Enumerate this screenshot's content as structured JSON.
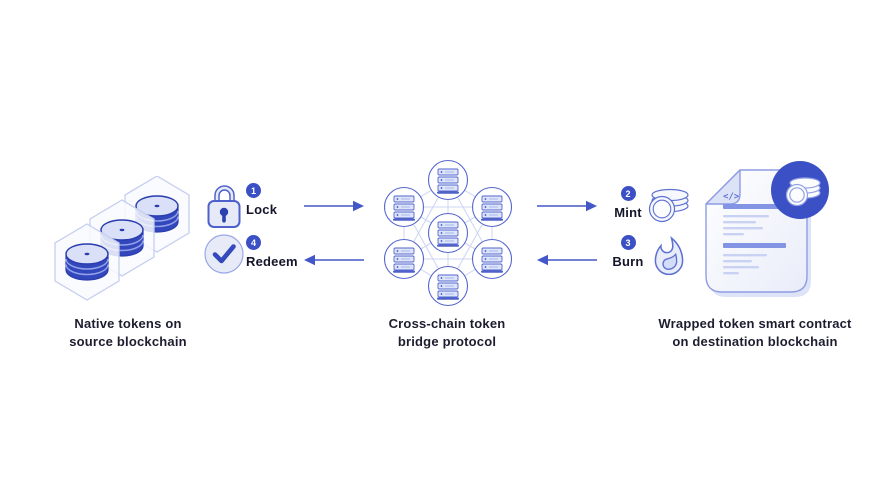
{
  "title": "Cross-chain token bridge diagram",
  "colors": {
    "primary_blue": "#3b50c5",
    "arrow_blue": "#4457c9",
    "coin_dark_blue": "#3347bd",
    "light_lavender_fill": "#e7ebf8",
    "outline_blue": "#5e70d2",
    "mesh_line": "#ccd5f3",
    "doc_bar": "#8294e3",
    "doc_line": "#c9d2f2",
    "text_dark": "#1d1d2f"
  },
  "steps": [
    {
      "number": "1",
      "label": "Lock",
      "icon": "padlock-icon"
    },
    {
      "number": "2",
      "label": "Mint",
      "icon": "coin-stack-icon"
    },
    {
      "number": "3",
      "label": "Burn",
      "icon": "flame-icon"
    },
    {
      "number": "4",
      "label": "Redeem",
      "icon": "checkmark-icon"
    }
  ],
  "captions": {
    "source": {
      "line1": "Native tokens on",
      "line2": "source blockchain"
    },
    "bridge": {
      "line1": "Cross-chain token",
      "line2": "bridge protocol"
    },
    "destination": {
      "line1": "Wrapped token smart contract",
      "line2": "on destination blockchain"
    }
  },
  "document": {
    "code_glyph": "</>"
  },
  "network": {
    "nodes": 7,
    "node_icon": "server-icon"
  },
  "source_tokens": {
    "count": 3,
    "icon": "coin-stack-in-hexagon-icon"
  }
}
